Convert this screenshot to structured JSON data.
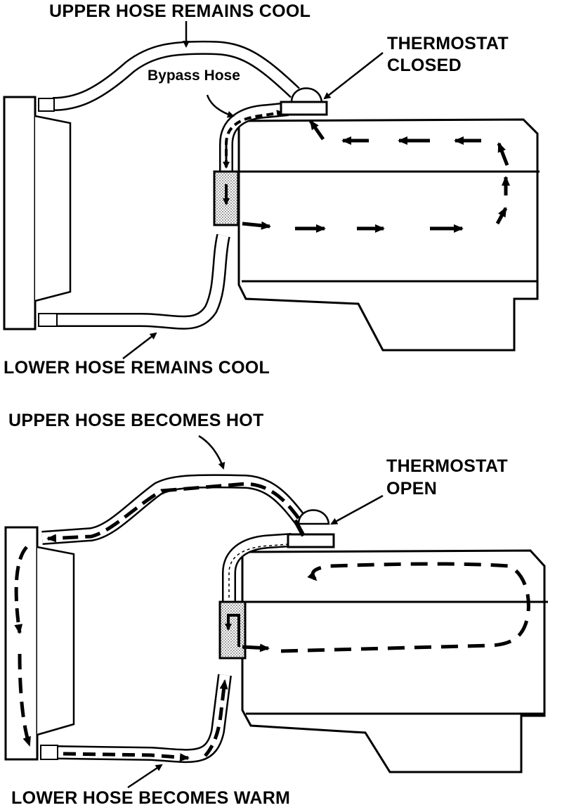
{
  "top_diagram": {
    "upper_hose_label": "UPPER HOSE REMAINS COOL",
    "bypass_hose_label": "Bypass Hose",
    "thermostat_label_line1": "THERMOSTAT",
    "thermostat_label_line2": "CLOSED",
    "lower_hose_label": "LOWER HOSE REMAINS COOL"
  },
  "bottom_diagram": {
    "upper_hose_label": "UPPER HOSE BECOMES HOT",
    "thermostat_label_line1": "THERMOSTAT",
    "thermostat_label_line2": "OPEN",
    "lower_hose_label": "LOWER HOSE BECOMES WARM"
  },
  "colors": {
    "ink": "#000000",
    "paper": "#ffffff",
    "stipple": "#b0b0b0"
  }
}
